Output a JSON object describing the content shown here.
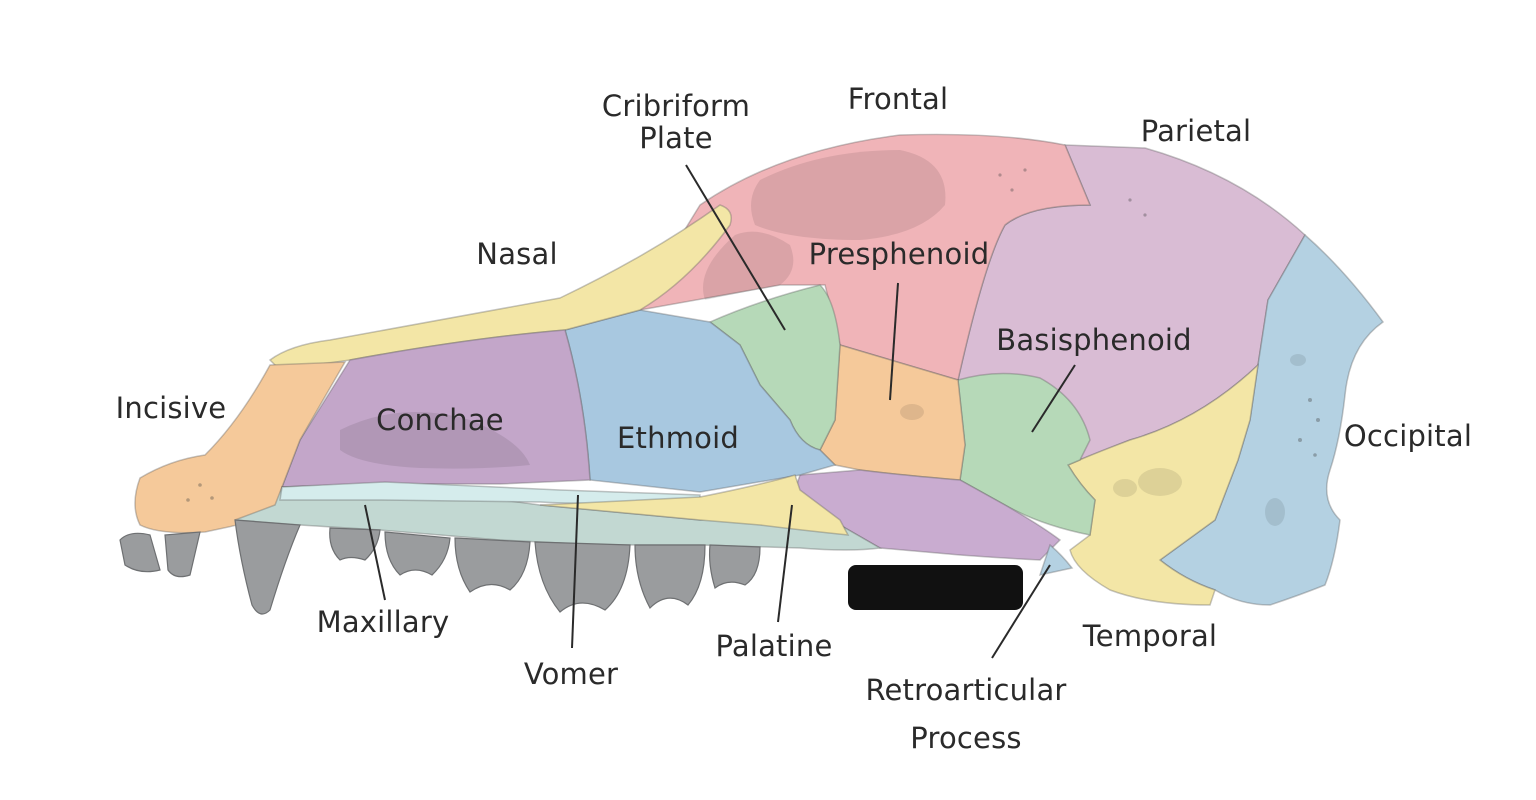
{
  "colors": {
    "frontal": "#f0b4b8",
    "parietal": "#d9bcd4",
    "nasal": "#f3e6a6",
    "incisive": "#f5c99a",
    "conchae": "#c3a6c9",
    "ethmoid": "#a8c8e0",
    "cribriform": "#b6d9b8",
    "presphenoid": "#f5c99a",
    "basisphenoid": "#b6d9b8",
    "occipital": "#b4d1e2",
    "temporal": "#f3e6a6",
    "maxillary": "#c2d8d2",
    "vomer": "#d5ecec",
    "palatine": "#f3e6a6",
    "pterygoid": "#c9acd0",
    "teeth": "#9a9c9e",
    "redaction": "#111111"
  },
  "labels": {
    "cribriform_line1": "Cribriform",
    "cribriform_line2": "Plate",
    "frontal": "Frontal",
    "parietal": "Parietal",
    "nasal": "Nasal",
    "presphenoid": "Presphenoid",
    "basisphenoid": "Basisphenoid",
    "incisive": "Incisive",
    "conchae": "Conchae",
    "ethmoid": "Ethmoid",
    "occipital": "Occipital",
    "maxillary": "Maxillary",
    "vomer": "Vomer",
    "palatine": "Palatine",
    "temporal": "Temporal",
    "retroarticular_line1": "Retroarticular",
    "retroarticular_line2": "Process"
  }
}
